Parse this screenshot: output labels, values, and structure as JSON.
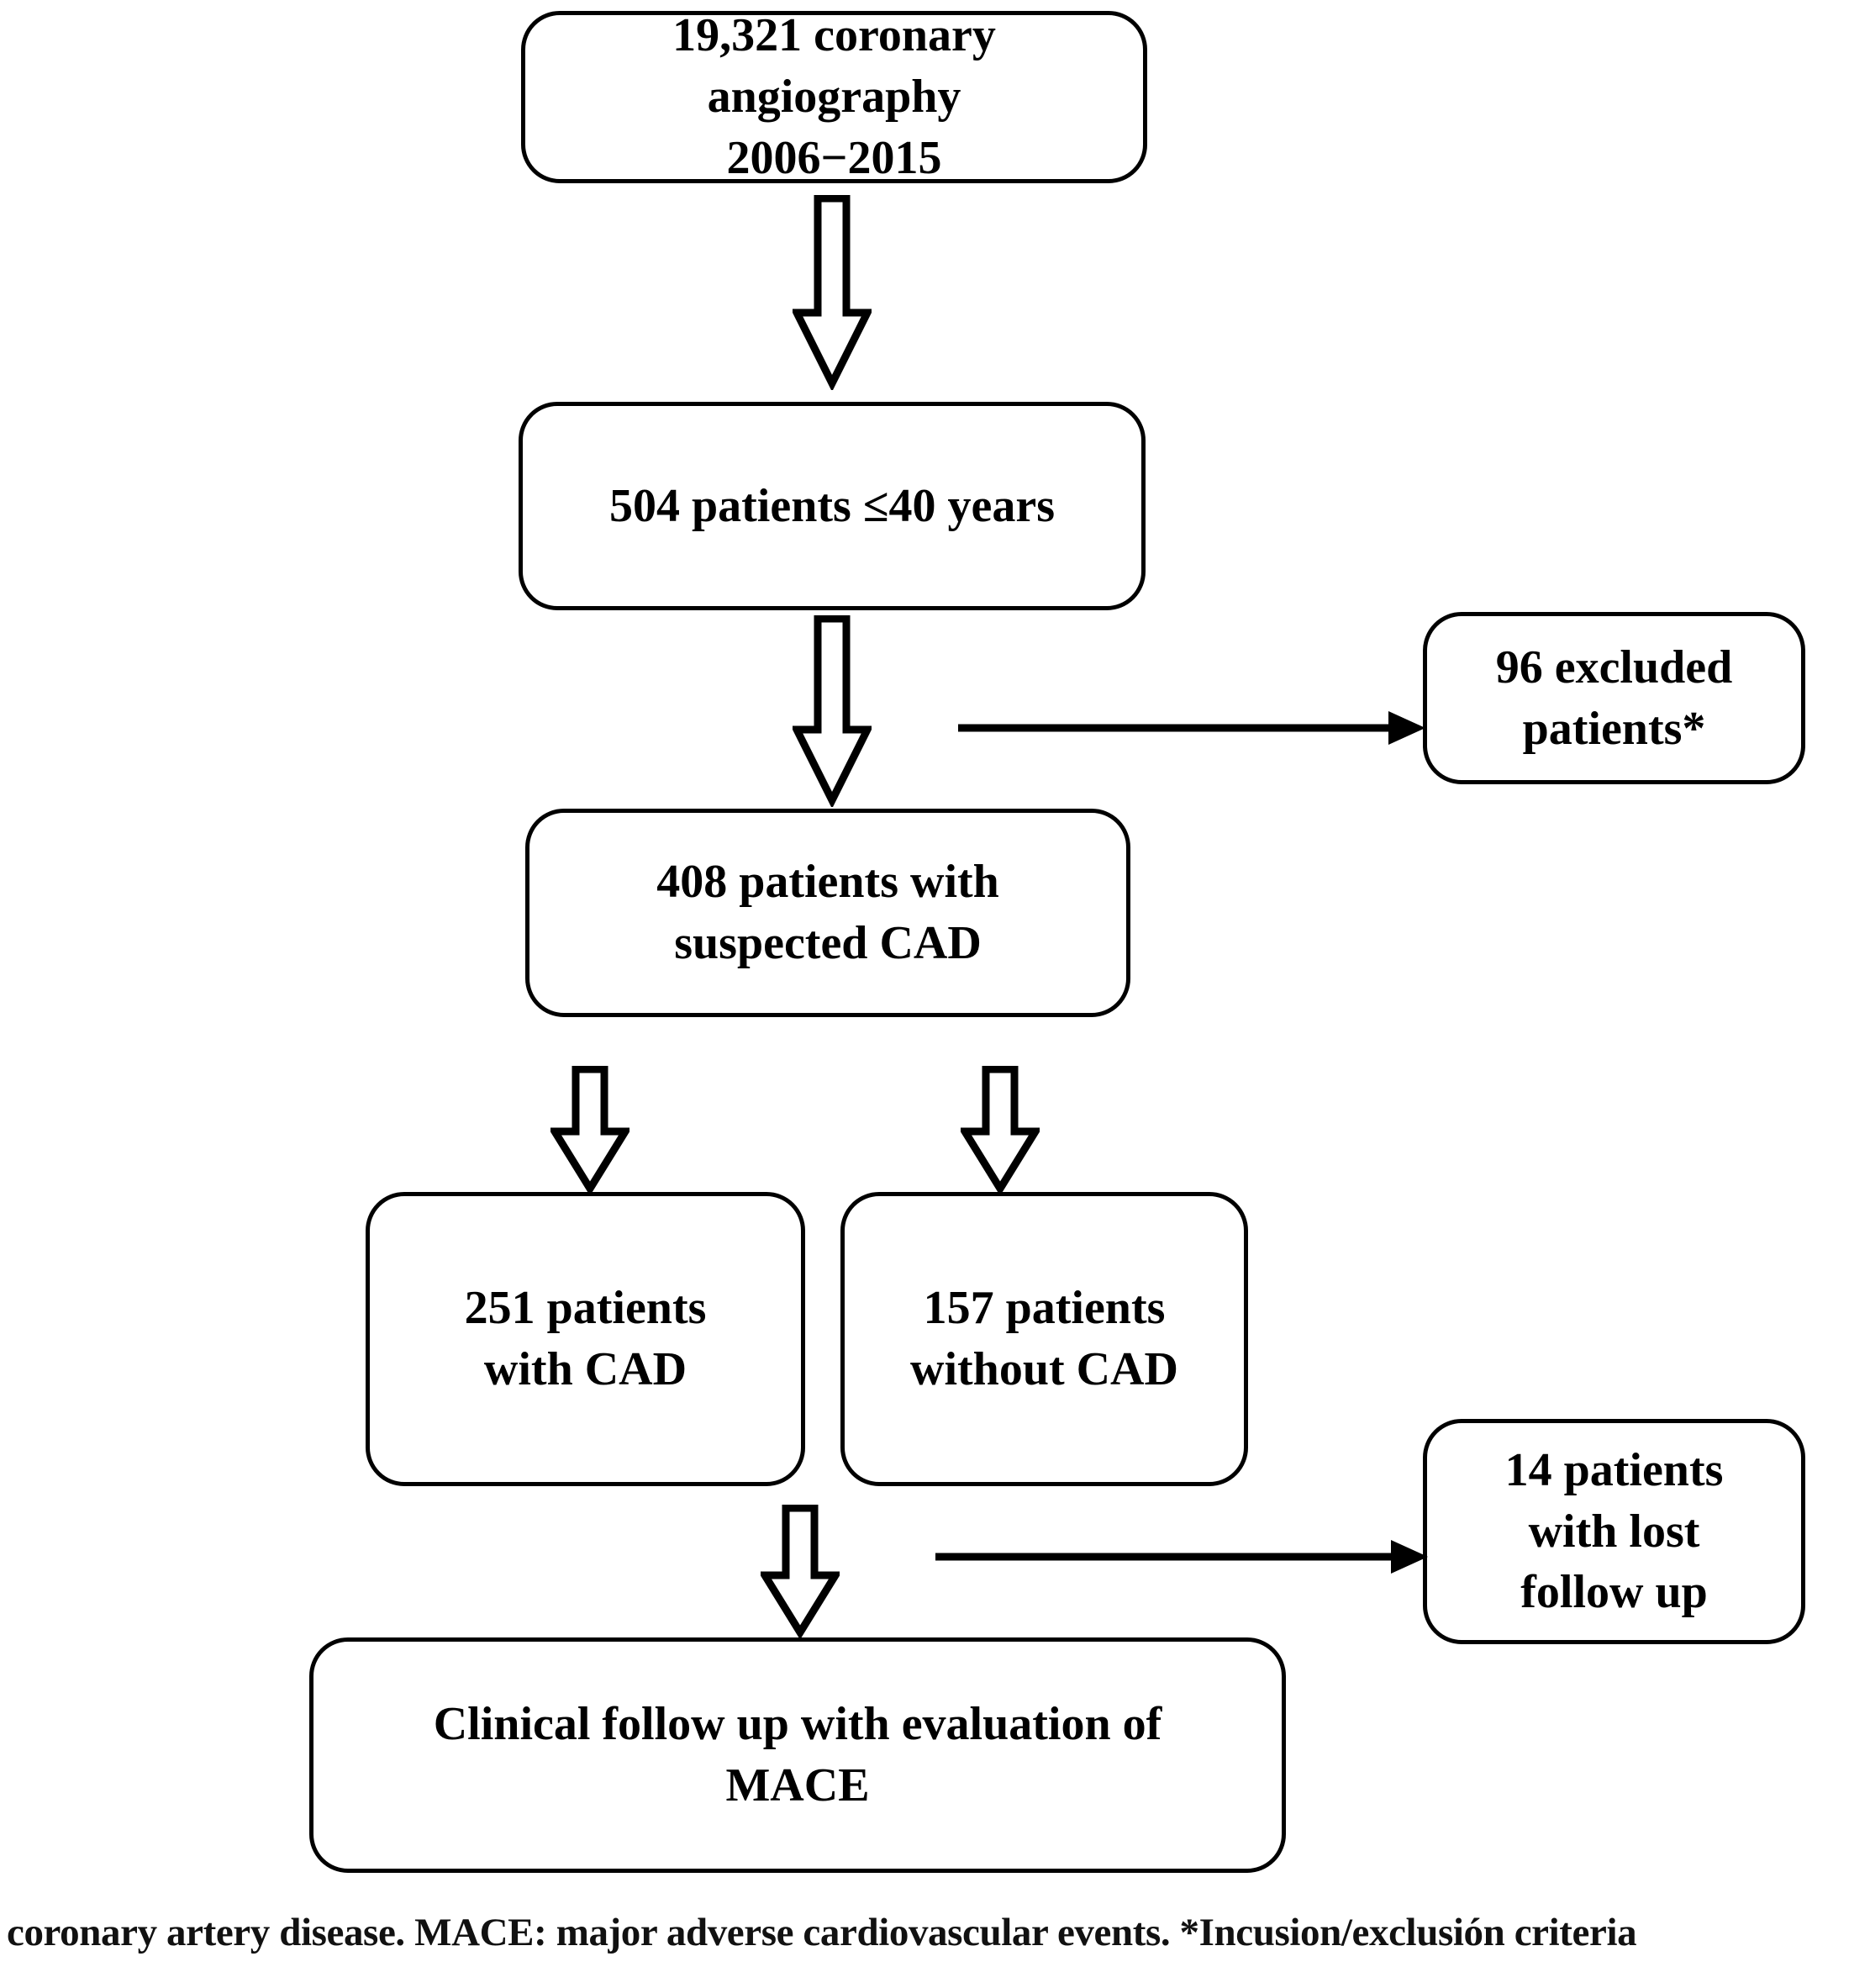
{
  "diagram": {
    "title": "Study flowchart of coronary angiography patient selection",
    "stroke_color": "#000000",
    "background_color": "#ffffff",
    "nodes": [
      {
        "id": "angiography",
        "label": "19,321 coronary\nangiography\n2006−2015",
        "count": 19321
      },
      {
        "id": "age",
        "label": "504 patients ≤40 years",
        "count": 504
      },
      {
        "id": "excluded",
        "label": "96 excluded\npatients*",
        "count": 96
      },
      {
        "id": "suspected",
        "label": "408  patients with\nsuspected CAD",
        "count": 408
      },
      {
        "id": "cad",
        "label": "251 patients\nwith CAD",
        "count": 251
      },
      {
        "id": "nocad",
        "label": "157 patients\nwithout CAD",
        "count": 157
      },
      {
        "id": "lost",
        "label": "14 patients\nwith lost\nfollow up",
        "count": 14
      },
      {
        "id": "mace",
        "label": "Clinical follow up with evaluation of\nMACE",
        "count": null
      }
    ],
    "edges": [
      {
        "id": "angiography-to-age",
        "from": "angiography",
        "to": "age",
        "style": "block-arrow-down"
      },
      {
        "id": "age-to-suspected",
        "from": "age",
        "to": "suspected",
        "style": "block-arrow-down"
      },
      {
        "id": "age-to-excluded",
        "from": "age",
        "to": "excluded",
        "style": "line-arrow-right"
      },
      {
        "id": "suspected-to-cad",
        "from": "suspected",
        "to": "cad",
        "style": "block-arrow-down"
      },
      {
        "id": "suspected-to-nocad",
        "from": "suspected",
        "to": "nocad",
        "style": "block-arrow-down"
      },
      {
        "id": "groups-to-mace",
        "from": "cad",
        "to": "mace",
        "style": "block-arrow-down"
      },
      {
        "id": "groups-to-lost",
        "from": "cad",
        "to": "lost",
        "style": "line-arrow-right"
      }
    ]
  },
  "caption": {
    "text": "coronary artery disease. MACE: major adverse cardiovascular events. *Incusion/exclusión criteria"
  }
}
